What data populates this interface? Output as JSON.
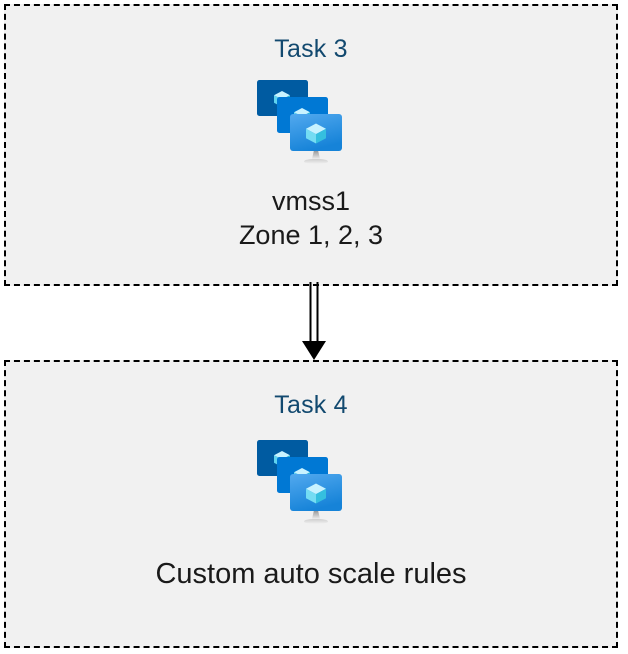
{
  "diagram": {
    "type": "flow",
    "background_color": "#ffffff",
    "box_fill_color": "#f1f1f1",
    "box_border_color": "#000000",
    "box_border_style": "dashed",
    "heading_color": "#12496f",
    "label_color": "#1a1a1a",
    "connector": {
      "name": "double-line-arrow",
      "direction": "down",
      "color": "#000000",
      "from": "Task 3",
      "to": "Task 4"
    },
    "nodes": [
      {
        "id": "task3",
        "heading": "Task 3",
        "icon": "vm-scale-set-icon",
        "labels": [
          "vmss1",
          "Zone 1, 2, 3"
        ]
      },
      {
        "id": "task4",
        "heading": "Task 4",
        "icon": "vm-scale-set-icon",
        "labels": [
          "Custom auto scale rules"
        ]
      }
    ]
  },
  "icon_colors": {
    "monitor_back": "#005ba1",
    "monitor_middle": "#0078d4",
    "monitor_front_top": "#50a8ef",
    "monitor_front_bottom": "#1683d8",
    "cube_top": "#c3f1ff",
    "cube_left": "#6fd9f2",
    "cube_right": "#32bedd",
    "stand_top": "#949494",
    "stand_bottom": "#e8e8e8"
  }
}
